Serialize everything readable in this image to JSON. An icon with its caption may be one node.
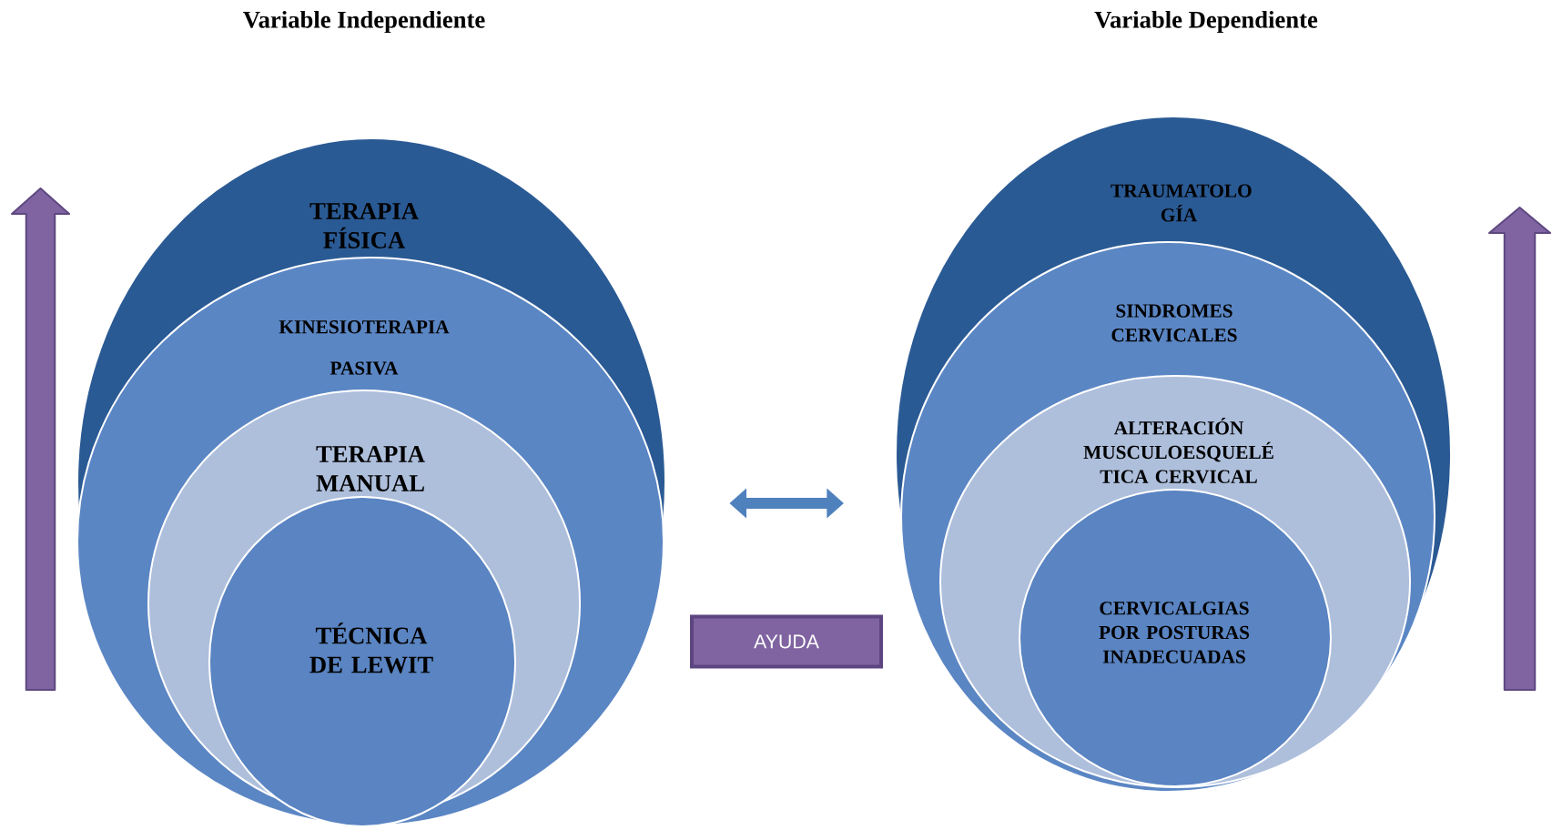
{
  "diagram": {
    "nodes": [
      {
        "text": [
          "TERAPIA FÍSICA"
        ]
      },
      {
        "text": [
          "KINESIOTERAPIA PASIVA"
        ],
        "in": 0
      },
      {
        "text": [
          "TERAPIA MANUAL"
        ],
        "in": 1
      },
      {
        "text": [
          "TÉCNICA DE LEWIT"
        ],
        "in": 2
      },
      {
        "text": [
          "TRAUMATOLO GÍA"
        ]
      },
      {
        "text": [
          "SINDROMES CERVICALES"
        ],
        "in": 4
      },
      {
        "text": [
          "ALTERACIÓN MUSCULOESQUELÉ TICA CERVICAL"
        ],
        "in": 5
      },
      {
        "text": [
          "CERVICALGIAS POR POSTURAS INADECUADAS"
        ],
        "in": 6
      },
      {
        "text": [
          "AYUDA"
        ]
      }
    ],
    "edges": [
      {
        "from": 0,
        "to": 4,
        "arrow": "both"
      }
    ],
    "labels": [
      "Variable Independiente",
      "Variable Dependiente"
    ]
  }
}
